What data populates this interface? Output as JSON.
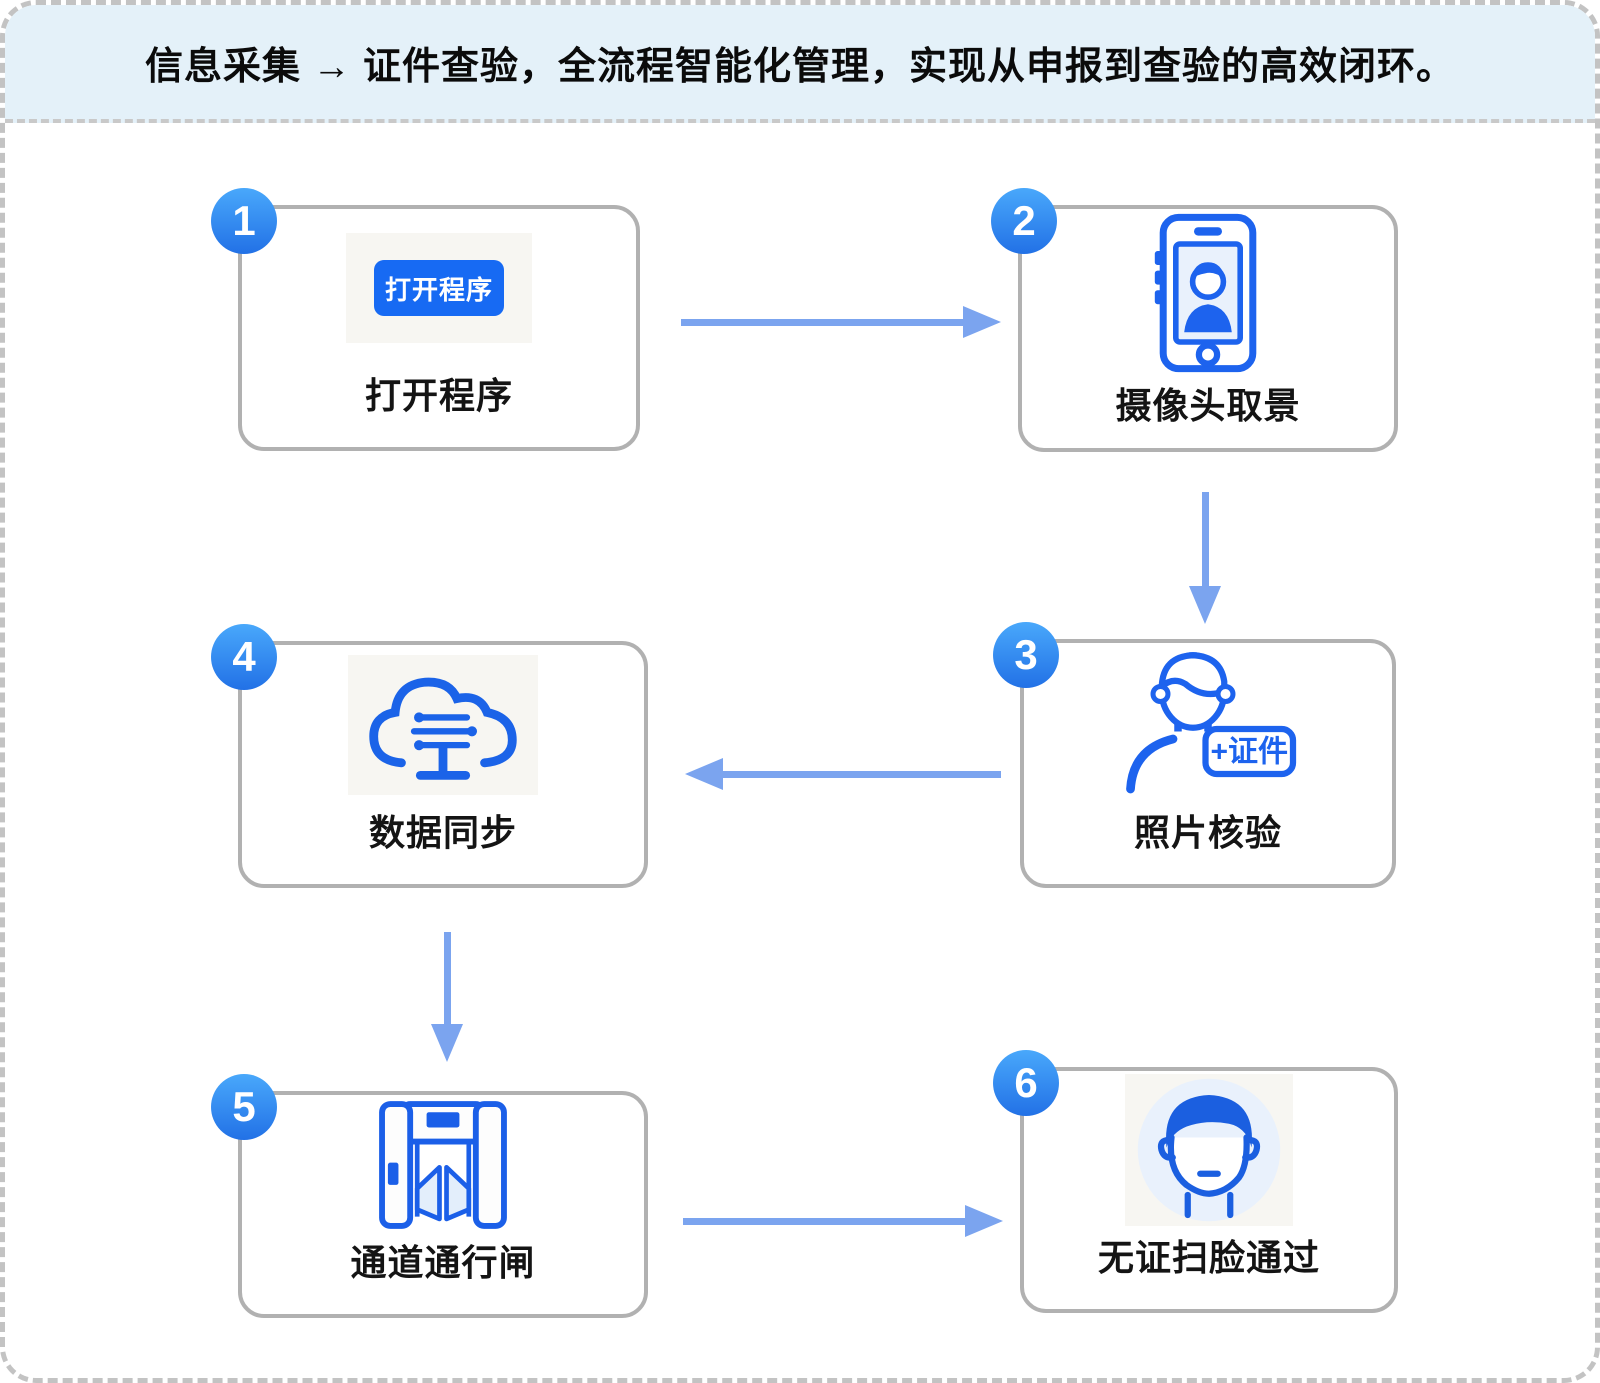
{
  "header": {
    "tagline": "信息采集 → 证件查验，全流程智能化管理，实现从申报到查验的高效闭环。",
    "background": "#e4f1f9"
  },
  "colors": {
    "accent_blue": "#176af3",
    "icon_stroke": "#1d63ee",
    "arrow": "#7ba4ef",
    "box_border": "#b1b1b1",
    "badge_gradient_top": "#49a8fb",
    "badge_gradient_bottom": "#2271e6",
    "label_text": "#141414"
  },
  "steps": [
    {
      "number": "1",
      "label": "打开程序",
      "icon": "open-app-button-icon",
      "button_text": "打开程序"
    },
    {
      "number": "2",
      "label": "摄像头取景",
      "icon": "phone-camera-icon"
    },
    {
      "number": "3",
      "label": "照片核验",
      "icon": "portrait-id-icon",
      "tag_text": "+证件"
    },
    {
      "number": "4",
      "label": "数据同步",
      "icon": "cloud-sync-icon"
    },
    {
      "number": "5",
      "label": "通道通行闸",
      "icon": "security-gate-icon"
    },
    {
      "number": "6",
      "label": "无证扫脸通过",
      "icon": "face-scan-icon"
    }
  ],
  "flow": [
    {
      "from": "1",
      "to": "2",
      "direction": "right"
    },
    {
      "from": "2",
      "to": "3",
      "direction": "down"
    },
    {
      "from": "3",
      "to": "4",
      "direction": "left"
    },
    {
      "from": "4",
      "to": "5",
      "direction": "down"
    },
    {
      "from": "5",
      "to": "6",
      "direction": "right"
    }
  ]
}
